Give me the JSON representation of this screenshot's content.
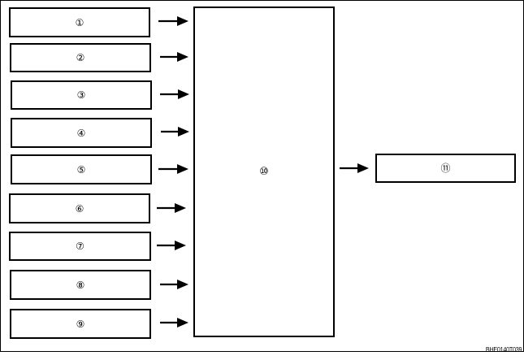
{
  "diagram": {
    "inputs": [
      {
        "label": "①"
      },
      {
        "label": "②"
      },
      {
        "label": "③"
      },
      {
        "label": "④"
      },
      {
        "label": "⑤"
      },
      {
        "label": "⑥"
      },
      {
        "label": "⑦"
      },
      {
        "label": "⑧"
      },
      {
        "label": "⑨"
      }
    ],
    "center": {
      "label": "⑩"
    },
    "output": {
      "label": "⑪"
    },
    "code": "BHE0140T039"
  }
}
